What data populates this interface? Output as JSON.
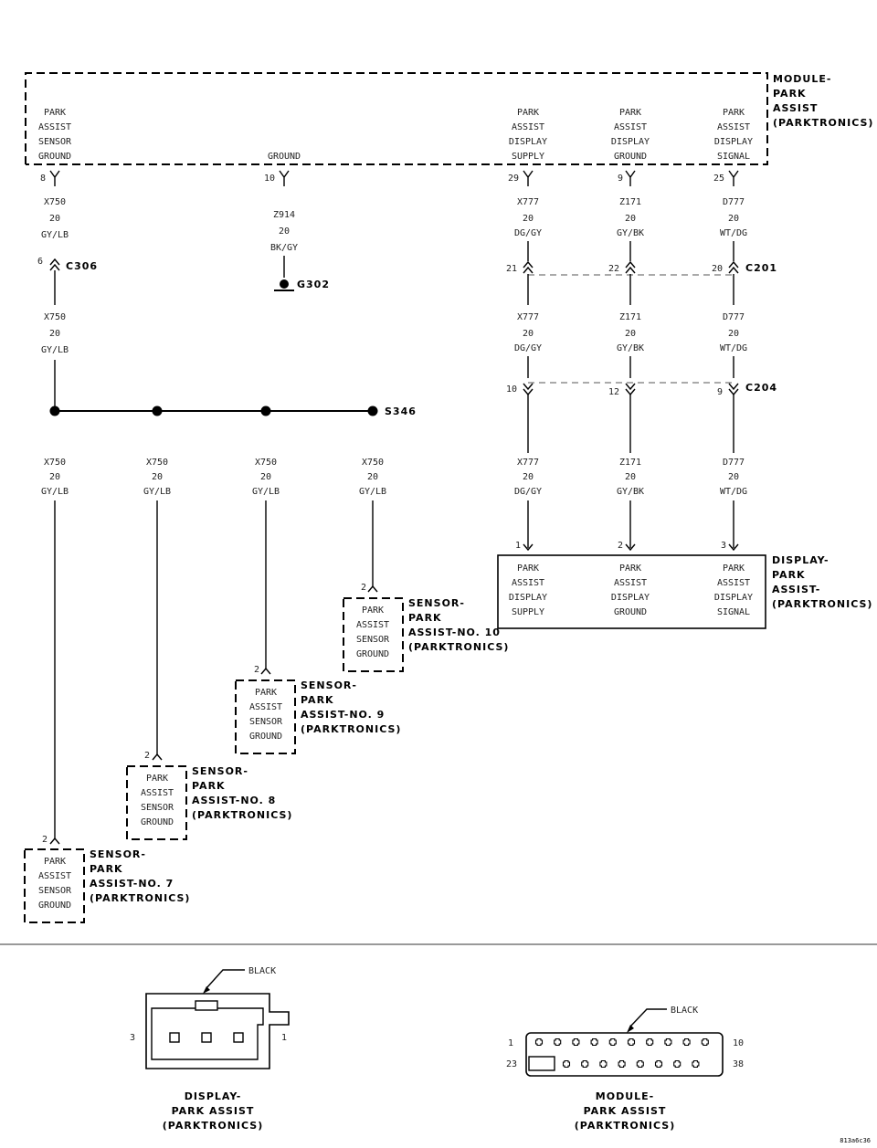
{
  "module": {
    "title_lines": [
      "MODULE-",
      "PARK",
      "ASSIST",
      "(PARKTRONICS)"
    ],
    "pins": [
      {
        "lines": [
          "PARK",
          "ASSIST",
          "SENSOR",
          "GROUND"
        ],
        "pin": "8"
      },
      {
        "lines": [
          "GROUND"
        ],
        "pin": "10"
      },
      {
        "lines": [
          "PARK",
          "ASSIST",
          "DISPLAY",
          "SUPPLY"
        ],
        "pin": "29"
      },
      {
        "lines": [
          "PARK",
          "ASSIST",
          "DISPLAY",
          "GROUND"
        ],
        "pin": "9"
      },
      {
        "lines": [
          "PARK",
          "ASSIST",
          "DISPLAY",
          "SIGNAL"
        ],
        "pin": "25"
      }
    ]
  },
  "wires": {
    "x750": [
      "X750",
      "20",
      "GY/LB"
    ],
    "z914": [
      "Z914",
      "20",
      "BK/GY"
    ],
    "x777": [
      "X777",
      "20",
      "DG/GY"
    ],
    "z171": [
      "Z171",
      "20",
      "GY/BK"
    ],
    "d777": [
      "D777",
      "20",
      "WT/DG"
    ]
  },
  "connectors": {
    "c306": {
      "name": "C306",
      "pin": "6"
    },
    "g302": {
      "name": "G302"
    },
    "c201": {
      "name": "C201",
      "pins": [
        "21",
        "22",
        "20"
      ]
    },
    "c204": {
      "name": "C204",
      "pins": [
        "10",
        "12",
        "9"
      ]
    },
    "s346": {
      "name": "S346"
    }
  },
  "display": {
    "title_lines": [
      "DISPLAY-",
      "PARK",
      "ASSIST-",
      "(PARKTRONICS)"
    ],
    "pins": [
      "1",
      "2",
      "3"
    ],
    "cells": [
      [
        "PARK",
        "ASSIST",
        "DISPLAY",
        "SUPPLY"
      ],
      [
        "PARK",
        "ASSIST",
        "DISPLAY",
        "GROUND"
      ],
      [
        "PARK",
        "ASSIST",
        "DISPLAY",
        "SIGNAL"
      ]
    ]
  },
  "sensors": [
    {
      "title_lines": [
        "SENSOR-",
        "PARK",
        "ASSIST-NO. 10",
        "(PARKTRONICS)"
      ],
      "pin": "2",
      "lines": [
        "PARK",
        "ASSIST",
        "SENSOR",
        "GROUND"
      ]
    },
    {
      "title_lines": [
        "SENSOR-",
        "PARK",
        "ASSIST-NO. 9",
        "(PARKTRONICS)"
      ],
      "pin": "2",
      "lines": [
        "PARK",
        "ASSIST",
        "SENSOR",
        "GROUND"
      ]
    },
    {
      "title_lines": [
        "SENSOR-",
        "PARK",
        "ASSIST-NO. 8",
        "(PARKTRONICS)"
      ],
      "pin": "2",
      "lines": [
        "PARK",
        "ASSIST",
        "SENSOR",
        "GROUND"
      ]
    },
    {
      "title_lines": [
        "SENSOR-",
        "PARK",
        "ASSIST-NO. 7",
        "(PARKTRONICS)"
      ],
      "pin": "2",
      "lines": [
        "PARK",
        "ASSIST",
        "SENSOR",
        "GROUND"
      ]
    }
  ],
  "views": {
    "display": {
      "color": "BLACK",
      "pin_left": "3",
      "pin_right": "1",
      "caption": [
        "DISPLAY-",
        "PARK ASSIST",
        "(PARKTRONICS)"
      ]
    },
    "module": {
      "color": "BLACK",
      "pin_tl": "1",
      "pin_tr": "10",
      "pin_bl": "23",
      "pin_br": "38",
      "caption": [
        "MODULE-",
        "PARK ASSIST",
        "(PARKTRONICS)"
      ]
    }
  },
  "figure_code": "813a6c36"
}
